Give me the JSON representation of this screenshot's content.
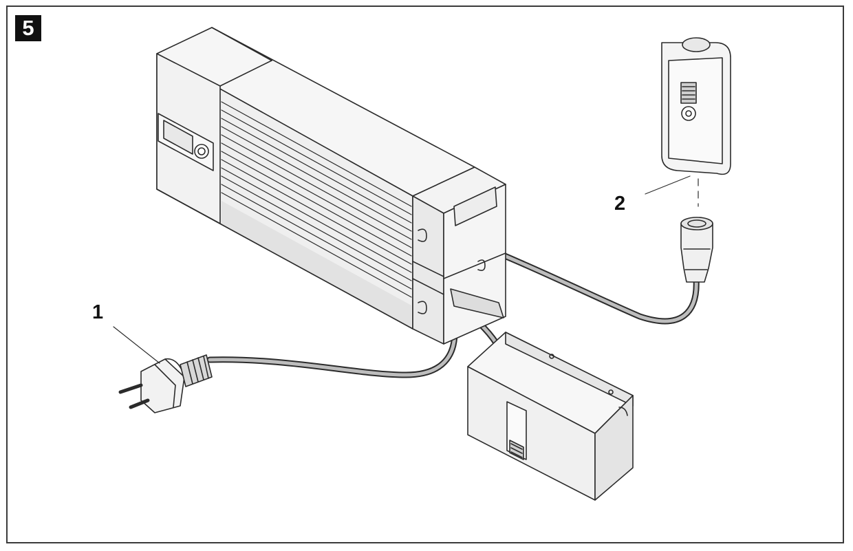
{
  "figure": {
    "number": "5",
    "callouts": [
      {
        "label": "1",
        "refers_to": "mains-plug"
      },
      {
        "label": "2",
        "refers_to": "remote-control-connector"
      }
    ]
  },
  "colors": {
    "line": "#2b2b2b",
    "surface": "#f4f4f4",
    "shade": "#dcdcdc",
    "dark": "#8a8a8a"
  }
}
